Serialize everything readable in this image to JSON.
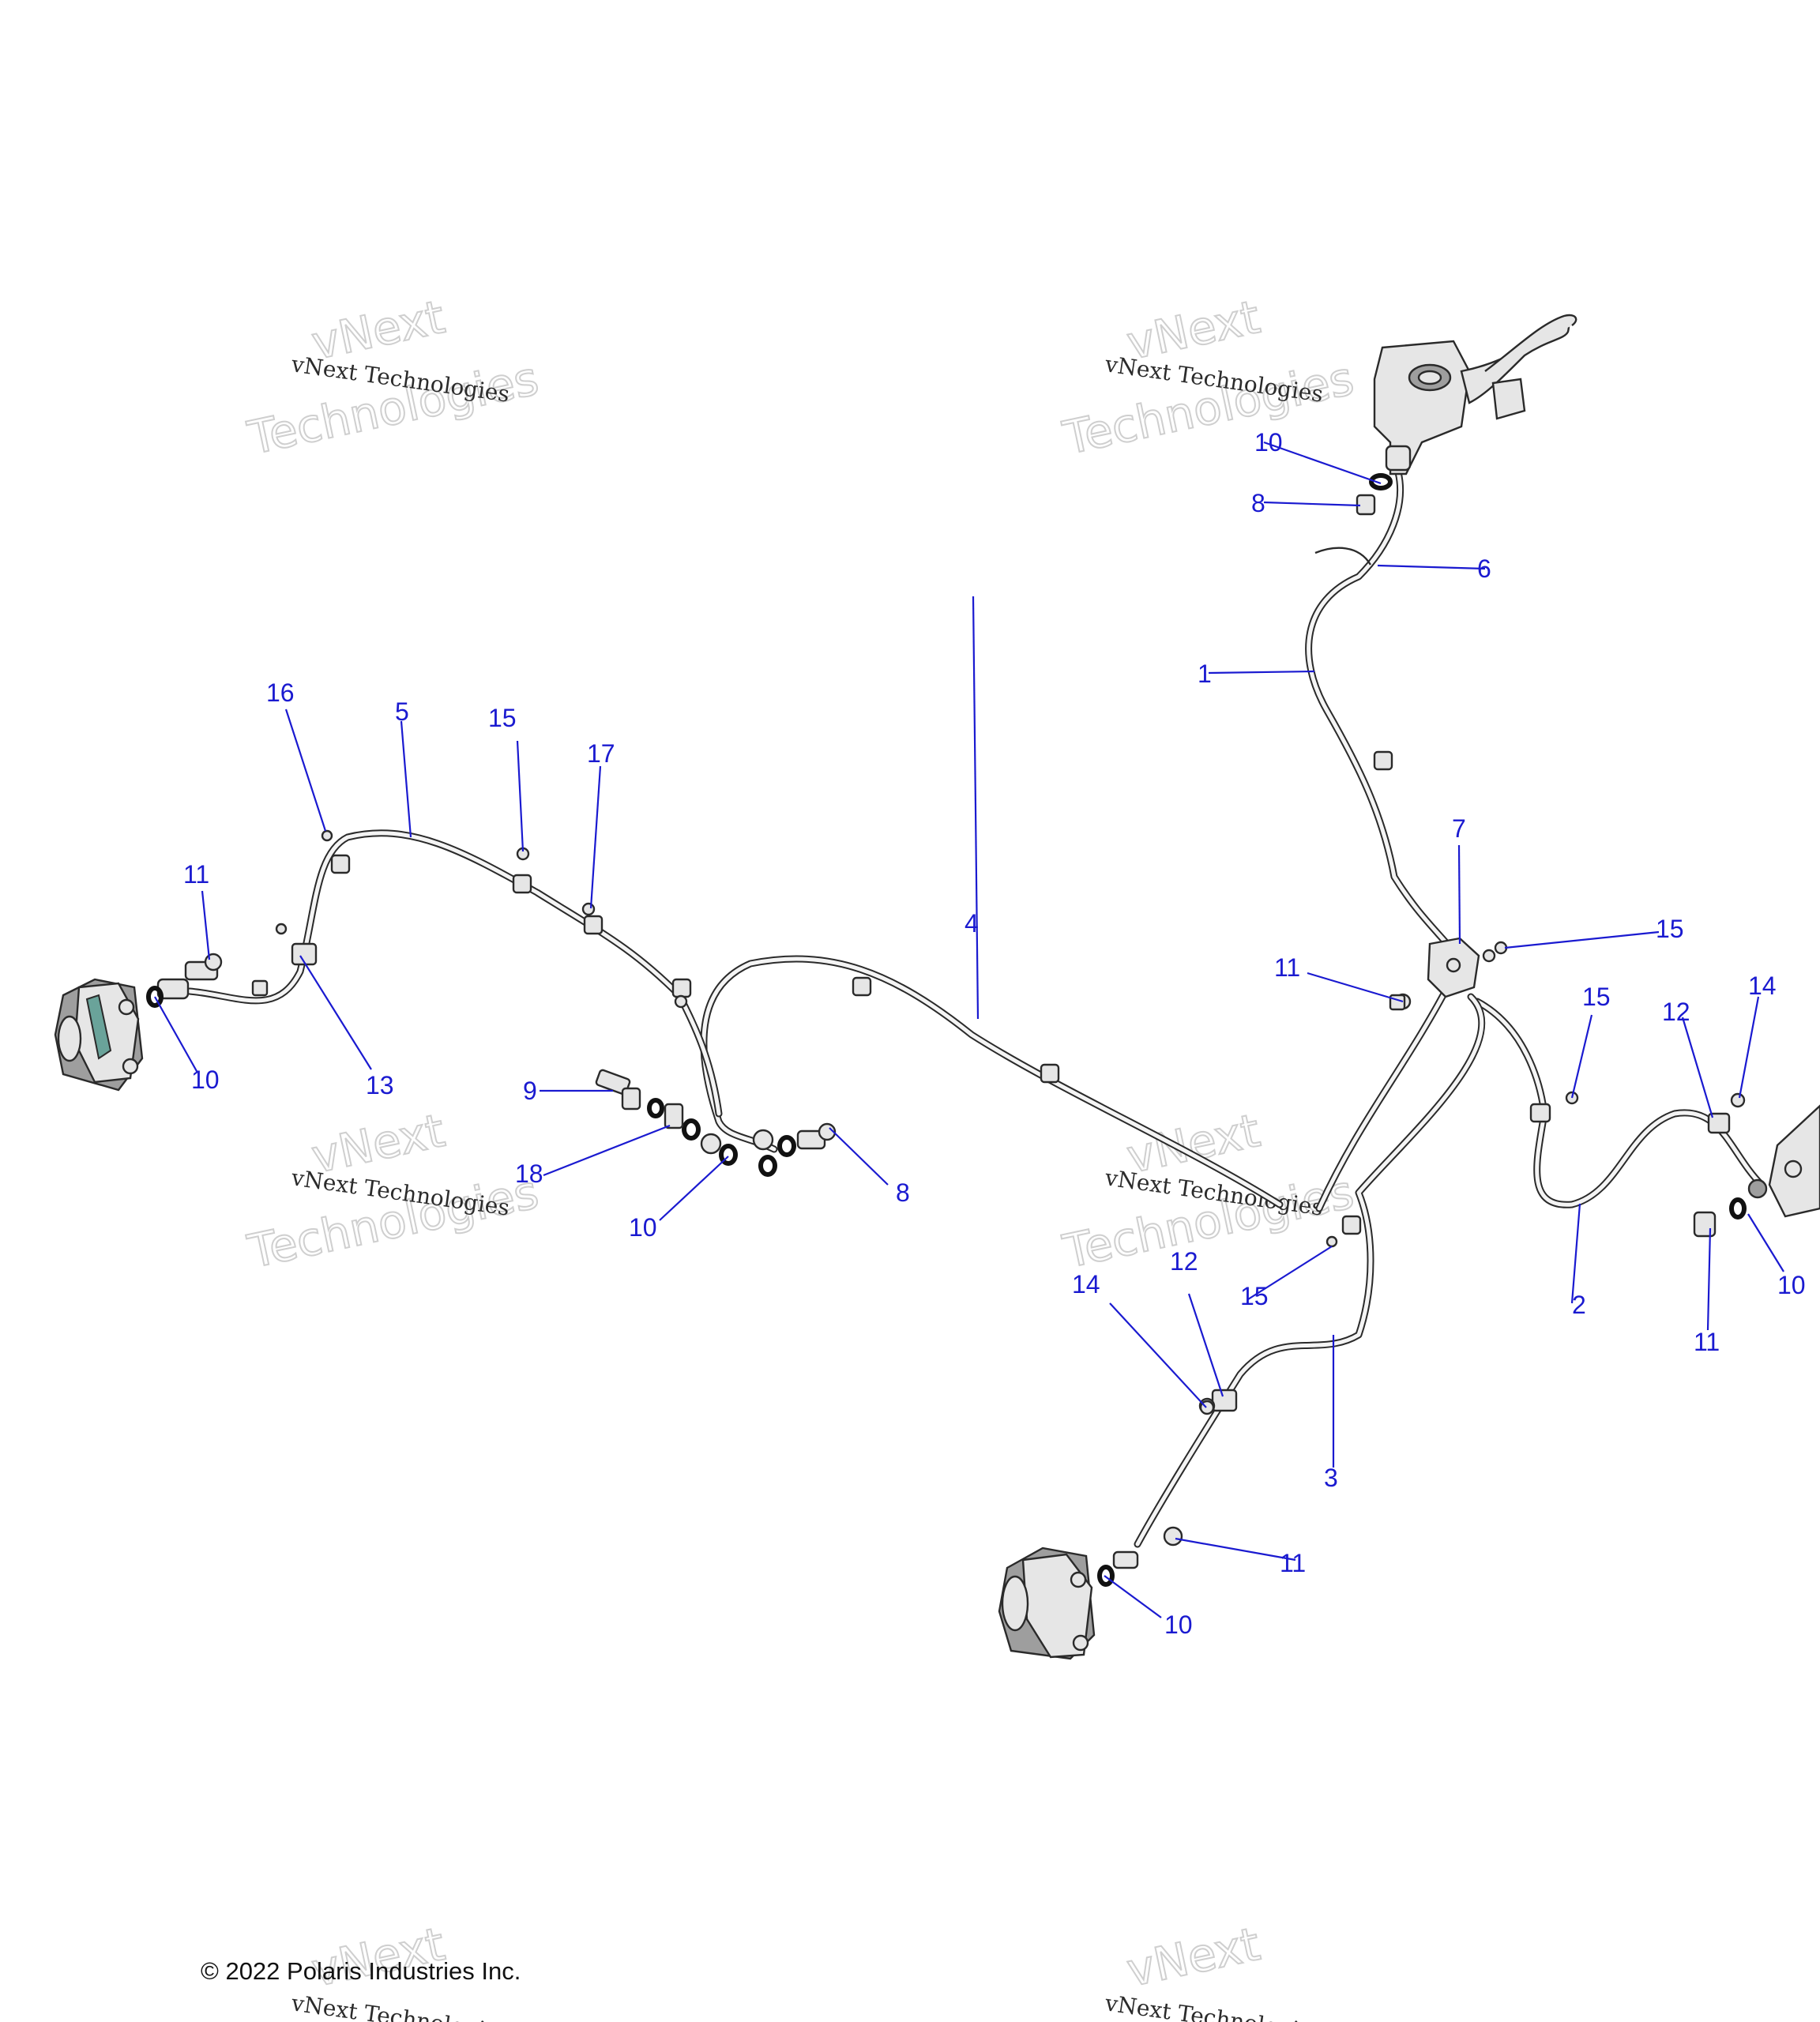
{
  "watermark": {
    "brand": "vNext Technologies",
    "big_line1": "vNext",
    "big_line2": "Technologies"
  },
  "copyright": "© 2022 Polaris Industries Inc.",
  "callouts": {
    "c1": "1",
    "c2": "2",
    "c3": "3",
    "c4": "4",
    "c5": "5",
    "c6": "6",
    "c7": "7",
    "c8a": "8",
    "c8b": "8",
    "c9": "9",
    "c10a": "10",
    "c10b": "10",
    "c10c": "10",
    "c10d": "10",
    "c10e": "10",
    "c11a": "11",
    "c11b": "11",
    "c11c": "11",
    "c11d": "11",
    "c12a": "12",
    "c12b": "12",
    "c13": "13",
    "c14a": "14",
    "c14b": "14",
    "c15a": "15",
    "c15b": "15",
    "c15c": "15",
    "c15d": "15",
    "c16": "16",
    "c17": "17",
    "c18": "18"
  }
}
